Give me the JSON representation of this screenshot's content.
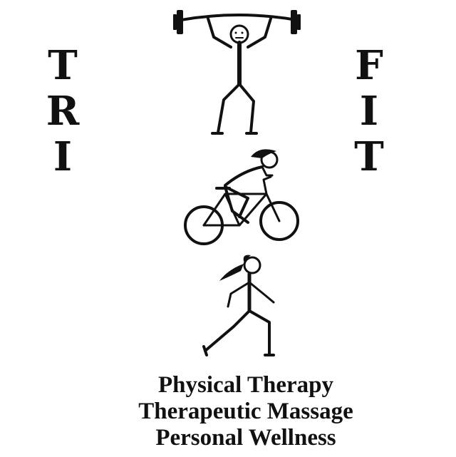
{
  "brand": {
    "letters_left": [
      "T",
      "R",
      "I"
    ],
    "letters_right": [
      "F",
      "I",
      "T"
    ]
  },
  "services": [
    "Physical Therapy",
    "Therapeutic Massage",
    "Personal Wellness"
  ],
  "figures": {
    "weightlifter": "weightlifter-figure",
    "cyclist": "cyclist-figure",
    "runner": "runner-figure"
  },
  "colors": {
    "ink": "#111111",
    "background": "#ffffff"
  }
}
